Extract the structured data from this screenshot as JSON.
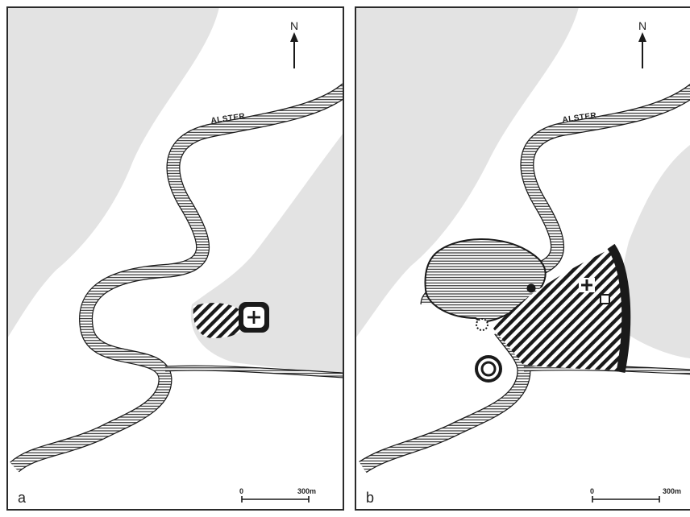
{
  "panels": [
    {
      "id": "a",
      "label": "a",
      "north": "N",
      "river_name": "ALSTER",
      "scale": {
        "start": "0",
        "end": "300m"
      }
    },
    {
      "id": "b",
      "label": "b",
      "north": "N",
      "river_name": "ALSTER",
      "scale": {
        "start": "0",
        "end": "300m"
      }
    }
  ],
  "colors": {
    "background": "#ffffff",
    "shaded_land": "#e3e3e3",
    "ink": "#1a1a1a",
    "frame": "#2a2a2a"
  },
  "icons": [
    "north-arrow-icon",
    "cross-icon",
    "circle-marker-icon",
    "square-marker-icon",
    "double-ring-icon",
    "dotted-circle-icon"
  ]
}
